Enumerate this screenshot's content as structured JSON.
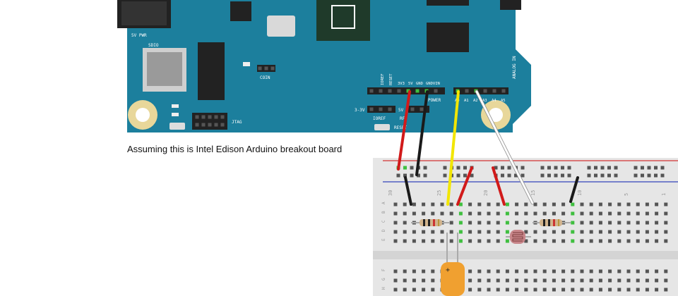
{
  "caption": "Assuming this is Intel Edison Arduino breakout board",
  "board": {
    "color": "#1c7f9d",
    "labels": {
      "pwr": "5V PWR",
      "sdio": "SDIO",
      "coin": "COIN",
      "jtag": "JTAG",
      "analog_in": "ANALOG IN",
      "power": "POWER",
      "reset_side": "RESET",
      "ioref_side": "IOREF",
      "v33": "3-3V",
      "v5": "5V",
      "ioref_bottom": "IOREF",
      "reset_bottom": "RESET",
      "rf": "RF",
      "ioref_top": "IOREF",
      "reset_top": "RESET",
      "pin_3v3": "3V3",
      "pin_5v": "5V",
      "pin_gnd": "GND",
      "pin_gndvin": "GNDVIN",
      "a0": "A0",
      "a1": "A1",
      "a2": "A2",
      "a3": "A3",
      "a4": "A4",
      "a5": "A5"
    }
  },
  "breadboard": {
    "col_numbers": [
      "30",
      "25",
      "20",
      "15",
      "10",
      "5",
      "1"
    ],
    "row_letters": [
      "A",
      "B",
      "C",
      "D",
      "E",
      "F",
      "G",
      "H"
    ],
    "capacitor_mark": "+"
  },
  "colors": {
    "wire_red": "#d11a1a",
    "wire_black": "#1a1a1a",
    "wire_yellow": "#f2e600",
    "wire_white": "#ffffff",
    "capacitor": "#f0a030",
    "rail_red": "#d33333",
    "rail_blue": "#3344bb"
  }
}
